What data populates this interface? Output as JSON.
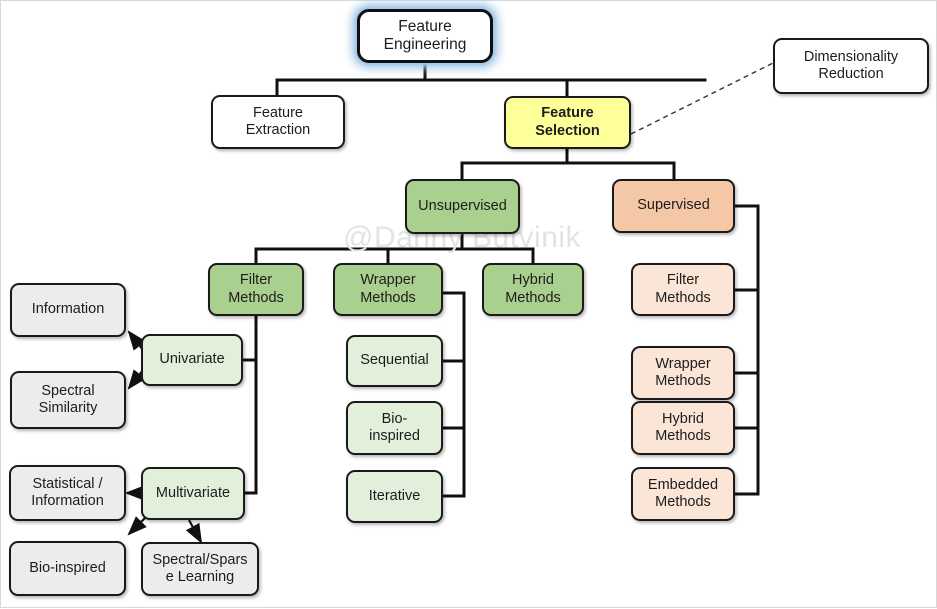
{
  "diagram": {
    "title": "Feature Engineering taxonomy",
    "watermark": "@Danny Butvinik",
    "colors": {
      "root_glow": "#9dc3e6",
      "feature_selection": "#ffff99",
      "unsupervised": "#a9d08e",
      "unsupervised_child": "#e2efda",
      "supervised": "#f4c7a6",
      "supervised_child": "#fbe5d6",
      "leaf_gray": "#ececec",
      "line": "#101010",
      "watermark": "#e3e3e3"
    }
  },
  "nodes": {
    "root": "Feature\nEngineering",
    "feature_extraction": "Feature\nExtraction",
    "feature_selection": "Feature\nSelection",
    "dimensionality_reduction": "Dimensionality\nReduction",
    "unsupervised": "Unsupervised",
    "supervised": "Supervised",
    "uns_filter": "Filter\nMethods",
    "uns_wrapper": "Wrapper\nMethods",
    "uns_hybrid": "Hybrid\nMethods",
    "univariate": "Univariate",
    "multivariate": "Multivariate",
    "information": "Information",
    "spectral_similarity": "Spectral\nSimilarity",
    "statistical_information": "Statistical /\nInformation",
    "bio_inspired_leaf": "Bio-inspired",
    "spectral_sparse_learning": "Spectral/Spars\ne Learning",
    "sequential": "Sequential",
    "bio_inspired": "Bio-\ninspired",
    "iterative": "Iterative",
    "sup_filter": "Filter\nMethods",
    "sup_wrapper": "Wrapper\nMethods",
    "sup_hybrid": "Hybrid\nMethods",
    "sup_embedded": "Embedded\nMethods"
  },
  "chart_data": {
    "type": "table",
    "title": "Feature Engineering taxonomy tree",
    "nodes": [
      {
        "id": "root",
        "label": "Feature Engineering",
        "level": 0,
        "parent": null,
        "style": "root-white-blue-glow"
      },
      {
        "id": "feature_extraction",
        "label": "Feature Extraction",
        "level": 1,
        "parent": "root",
        "style": "white"
      },
      {
        "id": "feature_selection",
        "label": "Feature Selection",
        "level": 1,
        "parent": "root",
        "style": "yellow-bold"
      },
      {
        "id": "dimensionality_reduction",
        "label": "Dimensionality Reduction",
        "level": 1,
        "parent": "feature_selection",
        "style": "white",
        "link": "dashed"
      },
      {
        "id": "unsupervised",
        "label": "Unsupervised",
        "level": 2,
        "parent": "feature_selection",
        "style": "green"
      },
      {
        "id": "supervised",
        "label": "Supervised",
        "level": 2,
        "parent": "feature_selection",
        "style": "peach"
      },
      {
        "id": "uns_filter",
        "label": "Filter Methods",
        "level": 3,
        "parent": "unsupervised",
        "style": "green"
      },
      {
        "id": "uns_wrapper",
        "label": "Wrapper Methods",
        "level": 3,
        "parent": "unsupervised",
        "style": "green"
      },
      {
        "id": "uns_hybrid",
        "label": "Hybrid Methods",
        "level": 3,
        "parent": "unsupervised",
        "style": "green"
      },
      {
        "id": "univariate",
        "label": "Univariate",
        "level": 4,
        "parent": "uns_filter",
        "style": "green-light"
      },
      {
        "id": "multivariate",
        "label": "Multivariate",
        "level": 4,
        "parent": "uns_filter",
        "style": "green-light"
      },
      {
        "id": "information",
        "label": "Information",
        "level": 5,
        "parent": "univariate",
        "style": "gray",
        "link": "arrow"
      },
      {
        "id": "spectral_similarity",
        "label": "Spectral Similarity",
        "level": 5,
        "parent": "univariate",
        "style": "gray",
        "link": "arrow"
      },
      {
        "id": "statistical_information",
        "label": "Statistical / Information",
        "level": 5,
        "parent": "multivariate",
        "style": "gray",
        "link": "arrow"
      },
      {
        "id": "bio_inspired_leaf",
        "label": "Bio-inspired",
        "level": 5,
        "parent": "multivariate",
        "style": "gray",
        "link": "arrow"
      },
      {
        "id": "spectral_sparse_learning",
        "label": "Spectral/Sparse Learning",
        "level": 5,
        "parent": "multivariate",
        "style": "gray",
        "link": "arrow"
      },
      {
        "id": "sequential",
        "label": "Sequential",
        "level": 4,
        "parent": "uns_wrapper",
        "style": "green-light"
      },
      {
        "id": "bio_inspired",
        "label": "Bio-inspired",
        "level": 4,
        "parent": "uns_wrapper",
        "style": "green-light"
      },
      {
        "id": "iterative",
        "label": "Iterative",
        "level": 4,
        "parent": "uns_wrapper",
        "style": "green-light"
      },
      {
        "id": "sup_filter",
        "label": "Filter Methods",
        "level": 3,
        "parent": "supervised",
        "style": "peach-light"
      },
      {
        "id": "sup_wrapper",
        "label": "Wrapper Methods",
        "level": 3,
        "parent": "supervised",
        "style": "peach-light"
      },
      {
        "id": "sup_hybrid",
        "label": "Hybrid Methods",
        "level": 3,
        "parent": "supervised",
        "style": "peach-light"
      },
      {
        "id": "sup_embedded",
        "label": "Embedded Methods",
        "level": 3,
        "parent": "supervised",
        "style": "peach-light"
      }
    ]
  }
}
